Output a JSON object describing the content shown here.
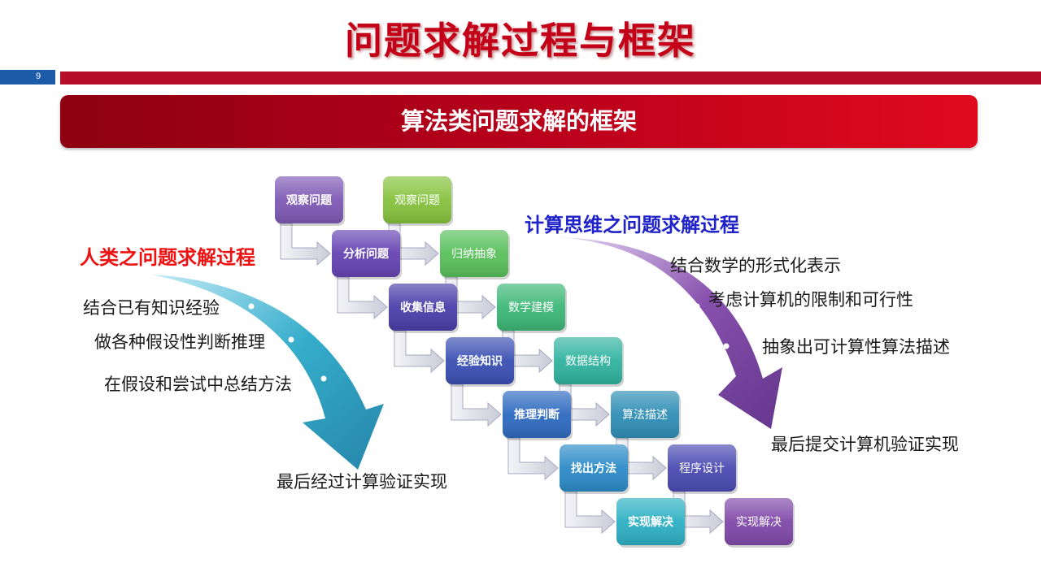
{
  "page": {
    "title": "问题求解过程与框架",
    "page_number": "9",
    "banner": "算法类问题求解的框架"
  },
  "human": {
    "heading": "人类之问题求解过程",
    "heading_color": "#ee1111",
    "points": [
      "结合已有知识经验",
      "做各种假设性判断推理",
      "在假设和尝试中总结方法"
    ],
    "final": "最后经过计算验证实现"
  },
  "computer": {
    "heading": "计算思维之问题求解过程",
    "heading_color": "#1f22c8",
    "points": [
      "结合数学的形式化表示",
      "考虑计算机的限制和可行性",
      "抽象出可计算性算法描述"
    ],
    "final": "最后提交计算机验证实现"
  },
  "steps": [
    {
      "left": "观察问题",
      "right": "观察问题",
      "left_color": "#7e59b4",
      "right_color": "#86c23e"
    },
    {
      "left": "分析问题",
      "right": "归纳抽象",
      "left_color": "#6543b2",
      "right_color": "#58c05a"
    },
    {
      "left": "收集信息",
      "right": "数学建模",
      "left_color": "#4a3ea8",
      "right_color": "#3db777"
    },
    {
      "left": "经验知识",
      "right": "数据结构",
      "left_color": "#3a4fb3",
      "right_color": "#30b39f"
    },
    {
      "left": "推理判断",
      "right": "算法描述",
      "left_color": "#2e6ac0",
      "right_color": "#2f8eb6"
    },
    {
      "left": "找出方法",
      "right": "程序设计",
      "left_color": "#2c8bc8",
      "right_color": "#4a4ab2"
    },
    {
      "left": "实现解决",
      "right": "实现解决",
      "left_color": "#2db0c3",
      "right_color": "#8048a8"
    }
  ],
  "arrow_colors": {
    "human": "#2aa8c8",
    "computer": "#8046a8"
  }
}
